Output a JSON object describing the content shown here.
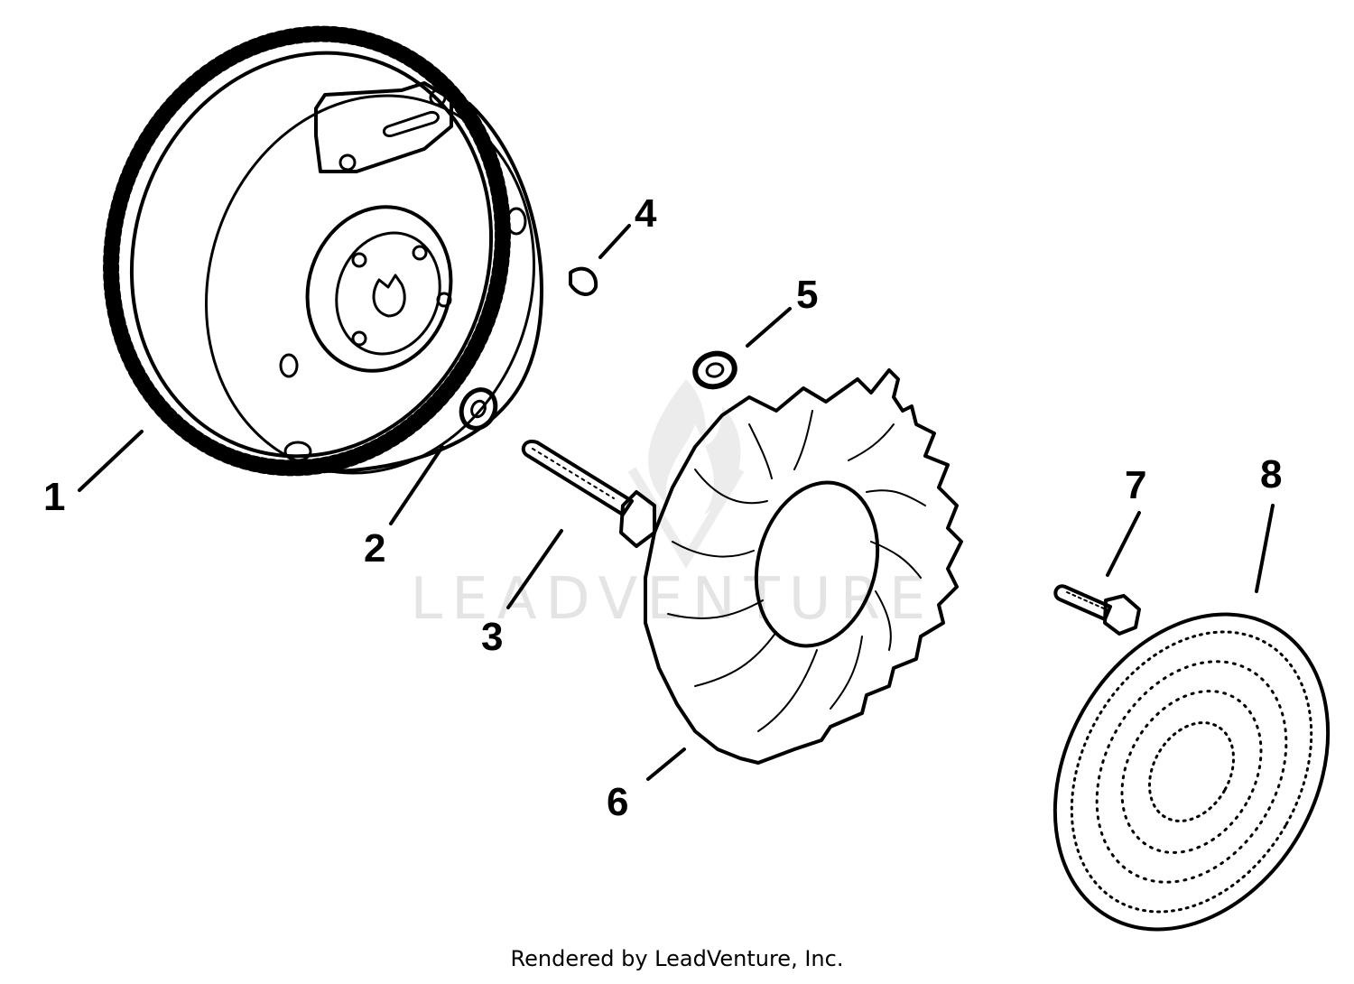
{
  "diagram": {
    "watermark_text": "LEADVENTURE",
    "callouts": [
      {
        "id": "1",
        "label": "1"
      },
      {
        "id": "2",
        "label": "2"
      },
      {
        "id": "3",
        "label": "3"
      },
      {
        "id": "4",
        "label": "4"
      },
      {
        "id": "5",
        "label": "5"
      },
      {
        "id": "6",
        "label": "6"
      },
      {
        "id": "7",
        "label": "7"
      },
      {
        "id": "8",
        "label": "8"
      }
    ]
  },
  "footer": {
    "text": "Rendered by LeadVenture, Inc."
  }
}
